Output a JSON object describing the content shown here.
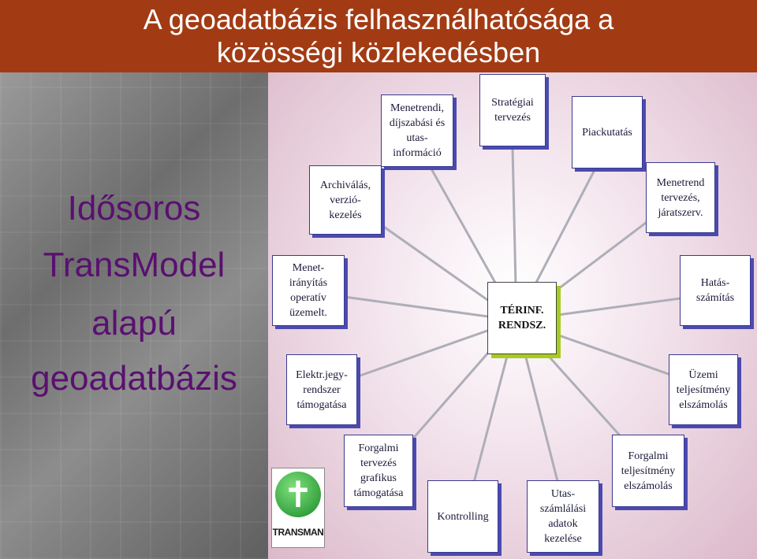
{
  "title": {
    "line1": "A geoadatbázis felhasználhatósága a",
    "line2": "közösségi közlekedésben"
  },
  "side_text": [
    "Idősoros",
    "TransModel",
    "alapú",
    "geoadatbázis"
  ],
  "center": "TÉRINF.\nRENDSZ.",
  "nodes": {
    "menetrendi": "Menetrendi,\ndíjszabási és\nutas-\ninformáció",
    "strategiai": "Stratégiai\ntervezés",
    "piackutatas": "Piackutatás",
    "menetrend_tervezes": "Menetrend\ntervezés,\njáratszerv.",
    "archivalas": "Archiválás,\nverzió-\nkezelés",
    "menetiranyitas": "Menet-\nirányítás\noperatív\nüzemelt.",
    "hatasszamitas": "Hatás-\nszámítás",
    "elektr": "Elektr.jegy-\nrendszer\ntámogatása",
    "uzemi": "Üzemi\nteljesítmény\nelszámolás",
    "forgalmi_tervezes": "Forgalmi\ntervezés\ngrafikus\ntámogatása",
    "kontrolling": "Kontrolling",
    "utasszamlalasi": "Utas-\nszámlálási\nadatok\nkezelése",
    "forgalmi_teljesitmeny": "Forgalmi\nteljesítmény\nelszámolás"
  },
  "logo": {
    "text": "TRANSMAN",
    "colors": {
      "green": "#1a8a2a"
    }
  },
  "colors": {
    "title_bg": "#a23b14",
    "side_text": "#5a1070",
    "box_shadow": "#4a4ab0",
    "center_shadow": "#a8cc1e"
  }
}
